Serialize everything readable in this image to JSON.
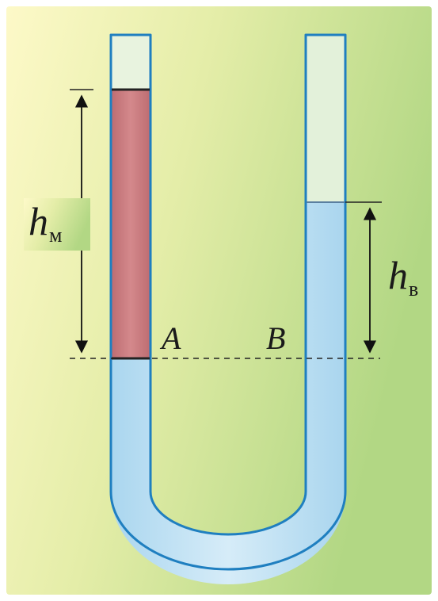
{
  "diagram": {
    "labels": {
      "h_left": "h",
      "h_left_sub": "м",
      "h_right": "h",
      "h_right_sub": "в",
      "point_a": "A",
      "point_b": "B"
    },
    "colors": {
      "background_light": "#fbf7c4",
      "background_dark": "#b7d989",
      "tube_outline": "#1f7fc0",
      "water": "#bfe1f4",
      "oil": "#c87a7e",
      "air": "#e6f2dc"
    }
  }
}
